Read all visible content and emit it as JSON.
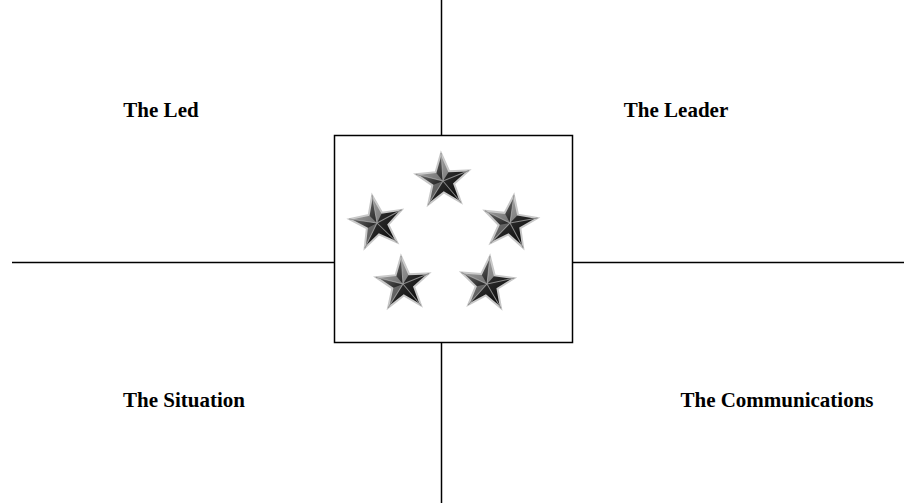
{
  "diagram": {
    "labels": [
      "The Led",
      "The Leader",
      "The Situation",
      "The Communications"
    ]
  }
}
